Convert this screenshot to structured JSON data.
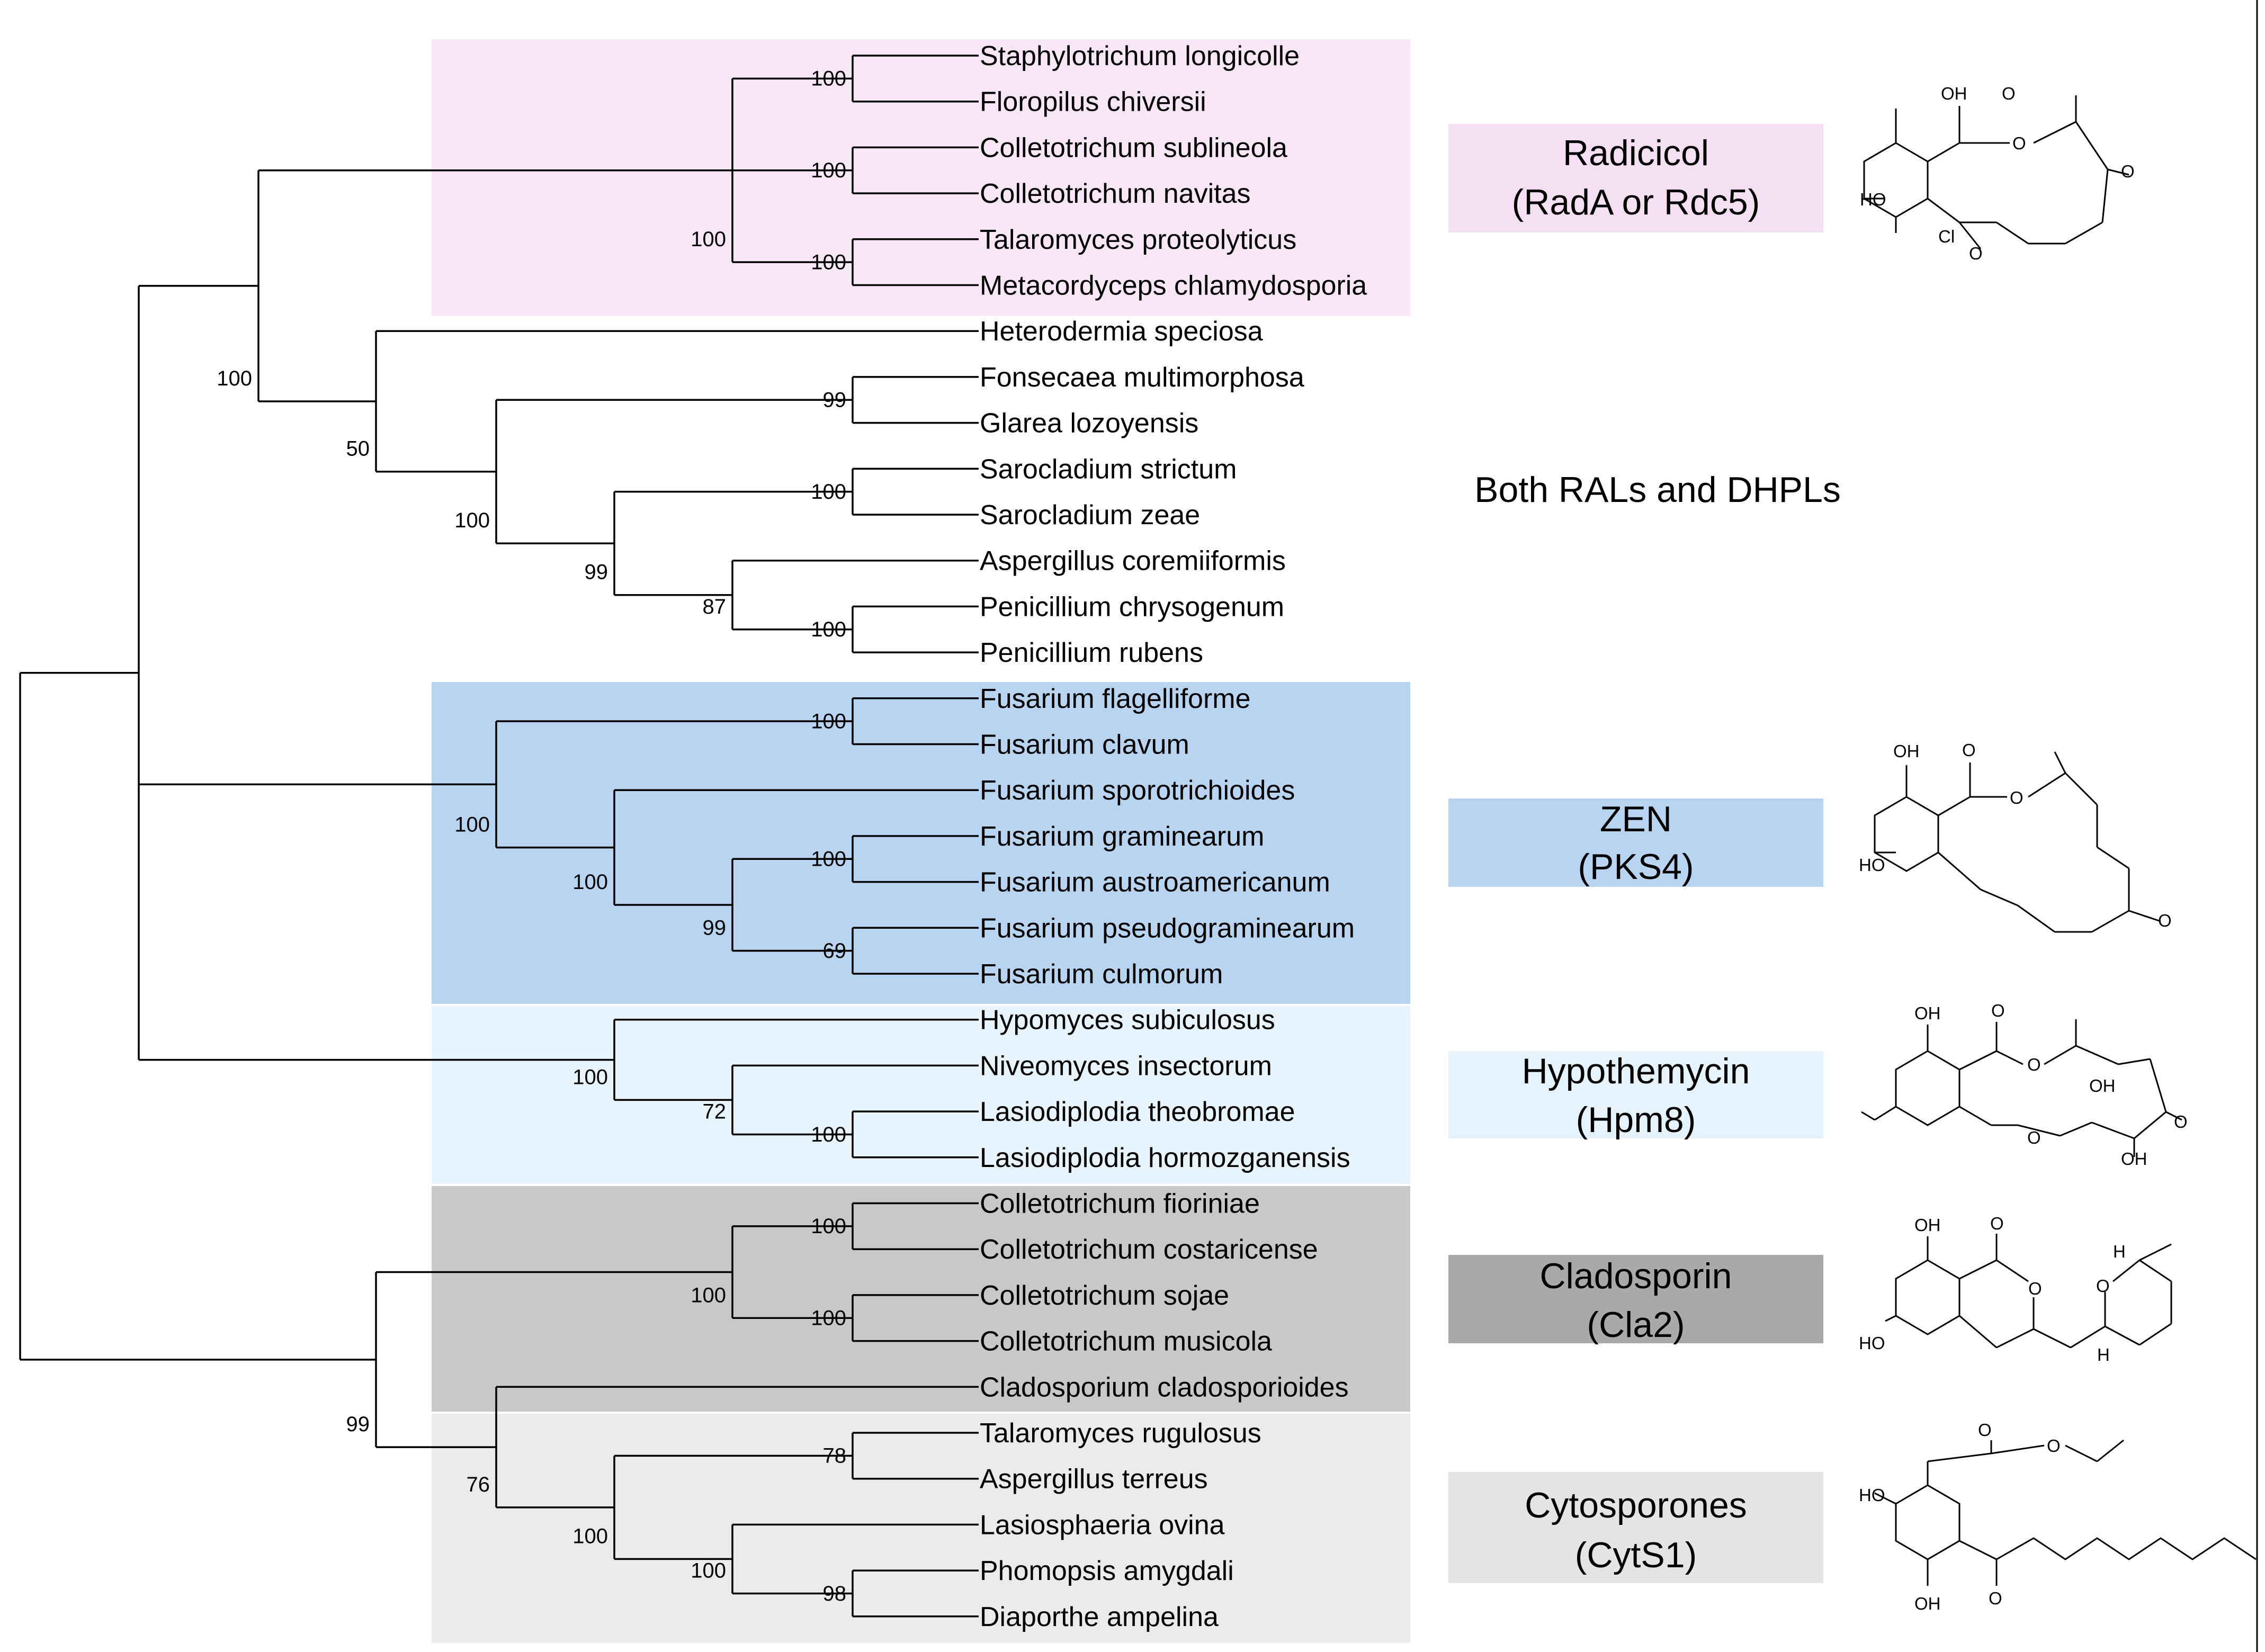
{
  "tree": {
    "leaves": [
      "Staphylotrichum longicolle",
      "Floropilus chiversii",
      "Colletotrichum sublineola",
      "Colletotrichum navitas",
      "Talaromyces proteolyticus",
      "Metacordyceps chlamydosporia",
      "Heterodermia speciosa",
      "Fonsecaea multimorphosa",
      "Glarea lozoyensis",
      "Sarocladium strictum",
      "Sarocladium zeae",
      "Aspergillus coremiiformis",
      "Penicillium chrysogenum",
      "Penicillium rubens",
      "Fusarium flagelliforme",
      "Fusarium clavum",
      "Fusarium sporotrichioides",
      "Fusarium graminearum",
      "Fusarium austroamericanum",
      "Fusarium pseudograminearum",
      "Fusarium culmorum",
      "Hypomyces subiculosus",
      "Niveomyces insectorum",
      "Lasiodiplodia theobromae",
      "Lasiodiplodia hormozganensis",
      "Colletotrichum fioriniae",
      "Colletotrichum costaricense",
      "Colletotrichum sojae",
      "Colletotrichum musicola",
      "Cladosporium cladosporioides",
      "Talaromyces rugulosus",
      "Aspergillus terreus",
      "Lasiosphaeria ovina",
      "Phomopsis amygdali",
      "Diaporthe ampelina"
    ],
    "bootstrap": {
      "n_staph_flor": "100",
      "n_coll_pair": "100",
      "n_talaro_meta": "100",
      "n_radicicol": "100",
      "n_top": "100",
      "n_both": "50",
      "n_fons_glarea": "99",
      "n_fons_rest": "100",
      "n_saro": "100",
      "n_saro_asp": "99",
      "n_asp_pen": "87",
      "n_pen": "100",
      "n_fus_flag": "100",
      "n_zen": "100",
      "n_fus_spo": "100",
      "n_fus_gram": "100",
      "n_fus_gp": "99",
      "n_fus_pc": "69",
      "n_hypo": "100",
      "n_niveo": "72",
      "n_lasio": "100",
      "n_clado_group": "99",
      "n_coll2_grp": "100",
      "n_coll2_a": "100",
      "n_coll2_b": "100",
      "n_cyto_clado": "76",
      "n_cyto": "100",
      "n_tal_asp": "78",
      "n_lasi_pho": "100",
      "n_pho_dia": "98"
    }
  },
  "clades": {
    "radicicol": {
      "label_line1": "Radicicol",
      "label_line2": "(RadA or Rdc5)",
      "color": "#f9e6f7",
      "label_color": "#f5e0f3"
    },
    "both": {
      "label_line1": "Both RALs and DHPLs",
      "label_line2": ""
    },
    "zen": {
      "label_line1": "ZEN",
      "label_line2": "(PKS4)",
      "color": "#b8d4f1",
      "label_color": "#b8d4f1"
    },
    "hypothemycin": {
      "label_line1": "Hypothemycin",
      "label_line2": "(Hpm8)",
      "color": "#e8f4fd",
      "label_color": "#e6f3fc"
    },
    "cladosporin": {
      "label_line1": "Cladosporin",
      "label_line2": "(Cla2)",
      "color": "#c8c8c8",
      "label_color": "#a9a9a9"
    },
    "cytosporones": {
      "label_line1": "Cytosporones",
      "label_line2": "(CytS1)",
      "color": "#ebebeb",
      "label_color": "#e4e4e4"
    }
  },
  "structures": {
    "radicicol": {
      "atoms": [
        "OH",
        "O",
        "O",
        "O",
        "HO",
        "Cl",
        "O"
      ]
    },
    "zen": {
      "atoms": [
        "OH",
        "O",
        "O",
        "HO",
        "O"
      ]
    },
    "hypothemycin": {
      "atoms": [
        "OH",
        "O",
        "O",
        "OH",
        "O",
        "O",
        "OH"
      ]
    },
    "cladosporin": {
      "atoms": [
        "OH",
        "O",
        "O",
        "H",
        "O",
        "HO",
        "H"
      ]
    },
    "cytosporones": {
      "atoms": [
        "O",
        "O",
        "HO",
        "OH",
        "O"
      ]
    }
  }
}
